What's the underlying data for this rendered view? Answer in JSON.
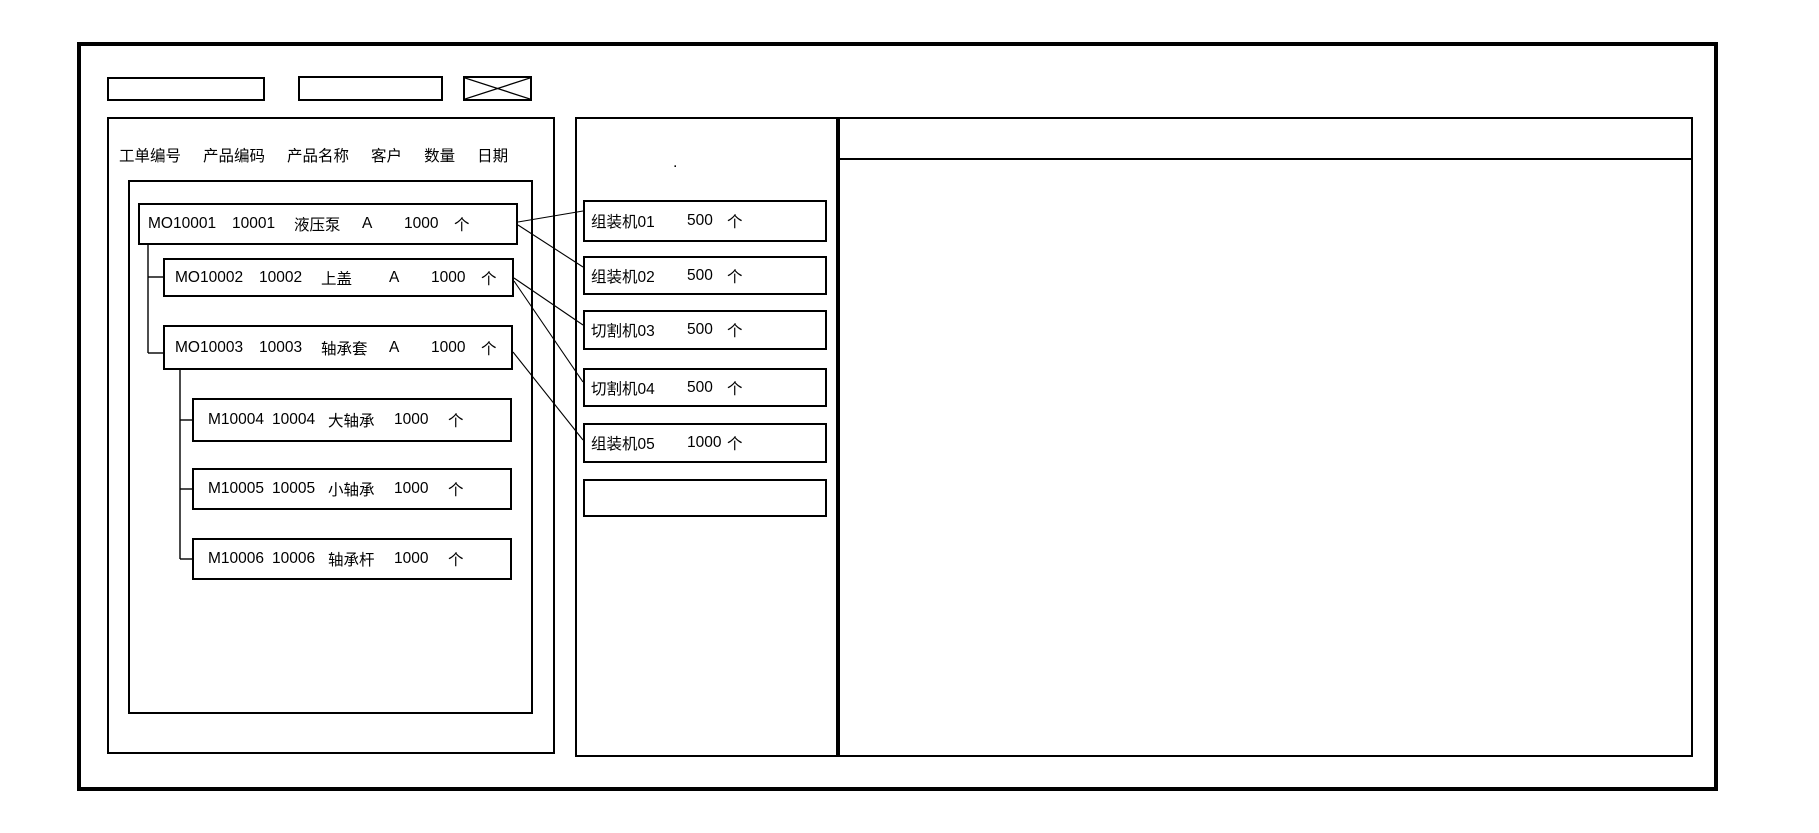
{
  "toolbar": {
    "field1_value": "",
    "field2_value": "",
    "close_icon": "x-mark"
  },
  "orders_header": {
    "columns": [
      "工单编号",
      "产品编码",
      "产品名称",
      "客户",
      "数量",
      "日期"
    ]
  },
  "order_tree": {
    "nodes": [
      {
        "id": "MO10001",
        "level": 0,
        "order_no": "MO10001",
        "product_code": "10001",
        "product_name": "液压泵",
        "customer": "A",
        "qty": "1000",
        "unit": "个"
      },
      {
        "id": "MO10002",
        "level": 1,
        "order_no": "MO10002",
        "product_code": "10002",
        "product_name": "上盖",
        "customer": "A",
        "qty": "1000",
        "unit": "个"
      },
      {
        "id": "MO10003",
        "level": 1,
        "order_no": "MO10003",
        "product_code": "10003",
        "product_name": "轴承套",
        "customer": "A",
        "qty": "1000",
        "unit": "个"
      },
      {
        "id": "M10004",
        "level": 2,
        "order_no": "M10004",
        "product_code": "10004",
        "product_name": "大轴承",
        "qty": "1000",
        "unit": "个"
      },
      {
        "id": "M10005",
        "level": 2,
        "order_no": "M10005",
        "product_code": "10005",
        "product_name": "小轴承",
        "qty": "1000",
        "unit": "个"
      },
      {
        "id": "M10006",
        "level": 2,
        "order_no": "M10006",
        "product_code": "10006",
        "product_name": "轴承杆",
        "qty": "1000",
        "unit": "个"
      }
    ]
  },
  "machines_panel": {
    "dot_text": ".",
    "items": [
      {
        "name": "组装机01",
        "qty": "500",
        "unit": "个"
      },
      {
        "name": "组装机02",
        "qty": "500",
        "unit": "个"
      },
      {
        "name": "切割机03",
        "qty": "500",
        "unit": "个"
      },
      {
        "name": "切割机04",
        "qty": "500",
        "unit": "个"
      },
      {
        "name": "组装机05",
        "qty": "1000",
        "unit": "个"
      },
      {
        "name": "",
        "qty": "",
        "unit": ""
      }
    ]
  },
  "links": [
    {
      "from": "MO10001",
      "to": "组装机01"
    },
    {
      "from": "MO10001",
      "to": "组装机02"
    },
    {
      "from": "MO10002",
      "to": "切割机03"
    },
    {
      "from": "MO10002",
      "to": "切割机04"
    },
    {
      "from": "MO10003",
      "to": "组装机05"
    }
  ],
  "colors": {
    "line": "#000000",
    "background": "#ffffff"
  }
}
